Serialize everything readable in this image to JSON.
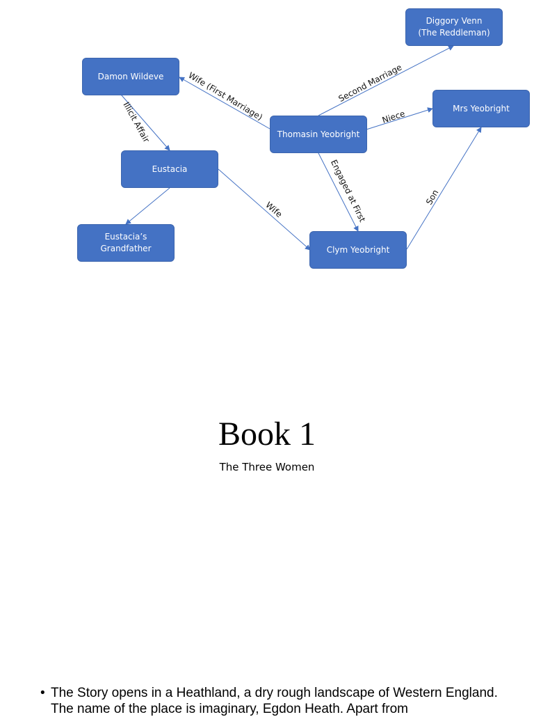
{
  "nodes": {
    "damon": "Damon Wildeve",
    "eustacia": "Eustacia",
    "grandfather": "Eustacia’s\nGrandfather",
    "thomasin": "Thomasin Yeobright",
    "diggory": "Diggory Venn\n(The Reddleman)",
    "mrs": "Mrs Yeobright",
    "clym": "Clym Yeobright"
  },
  "edges": {
    "illicit": "Illicit Affair",
    "wife_first": "Wife (First Marriage)",
    "second": "Second Marriage",
    "niece": "Niece",
    "engaged": "Engaged at First",
    "wife": "Wife",
    "son": "Son"
  },
  "colors": {
    "node_fill": "#4472c4",
    "line": "#4472c4"
  },
  "book": {
    "title": "Book 1",
    "subtitle": "The Three Women"
  },
  "story": {
    "bullet": "•",
    "text": "The Story opens in a Heathland, a dry rough landscape of Western England. The name of the place is imaginary, Egdon Heath. Apart from"
  }
}
